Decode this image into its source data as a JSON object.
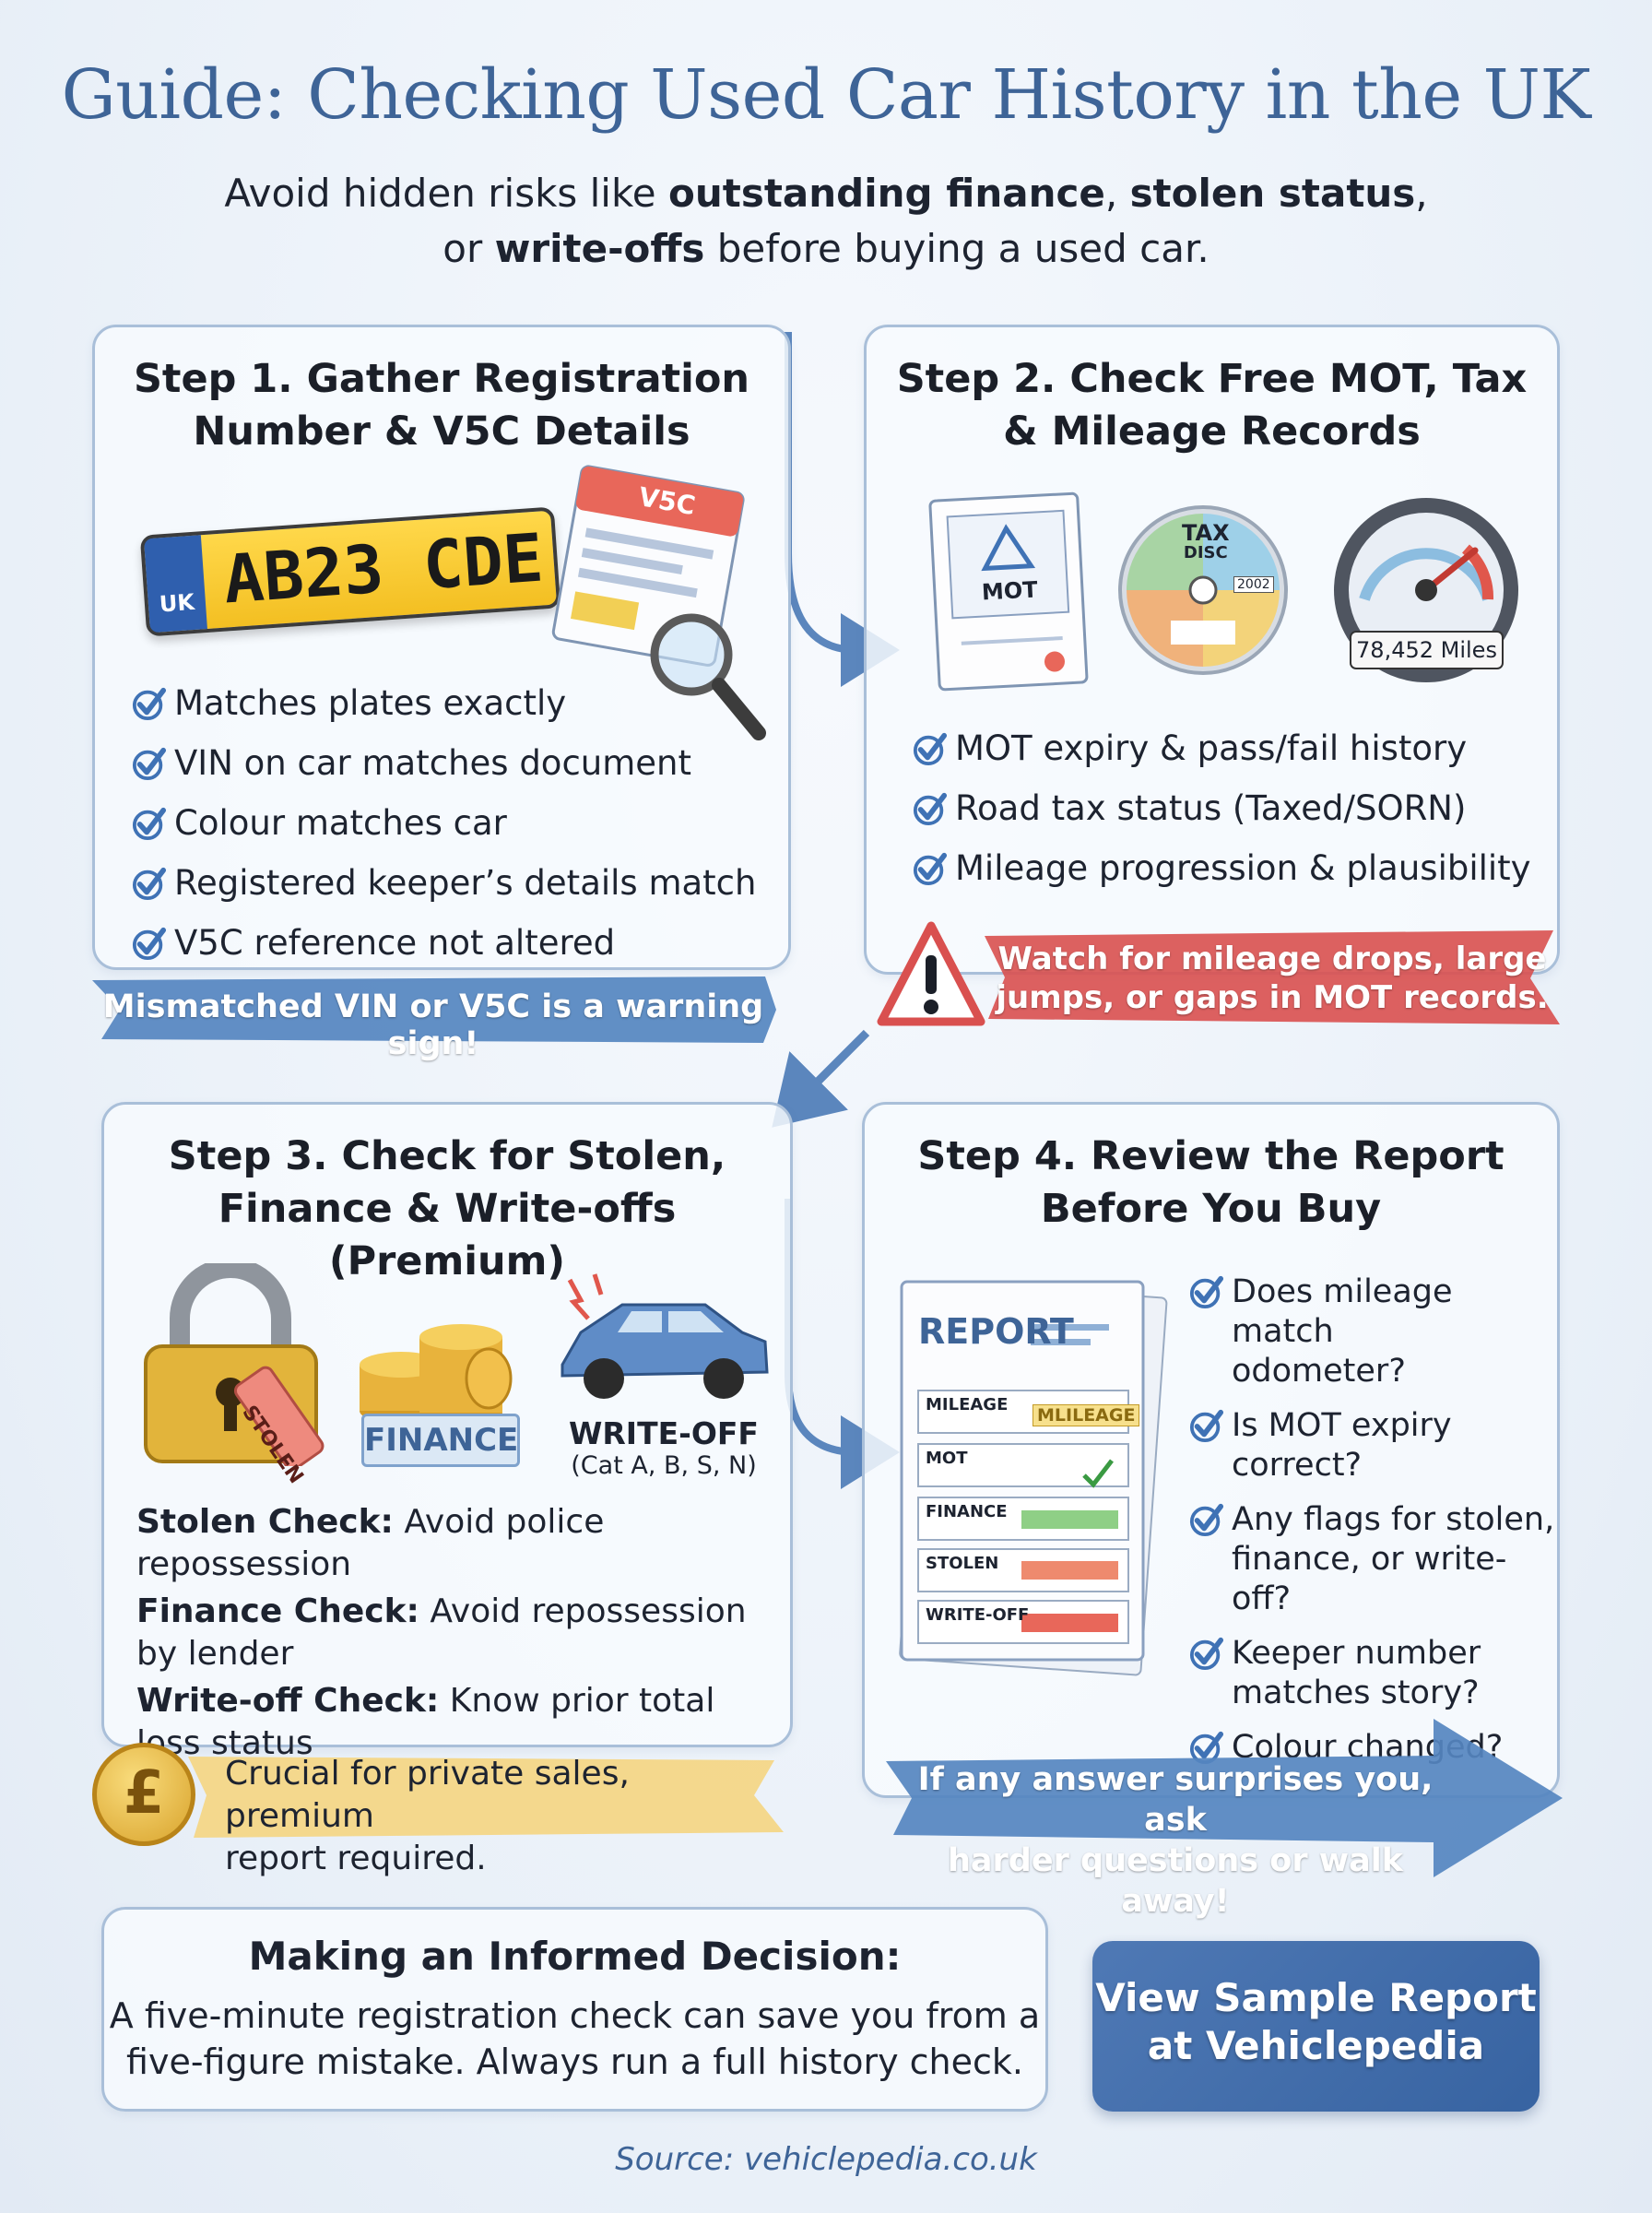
{
  "header": {
    "title": "Guide: Checking Used Car History in the UK",
    "subtitle_line1_start": "Avoid hidden risks like ",
    "subtitle_bold1": "outstanding finance",
    "subtitle_mid1": ", ",
    "subtitle_bold2": "stolen status",
    "subtitle_end1": ",",
    "subtitle_line2_start": "or ",
    "subtitle_bold3": "write-offs",
    "subtitle_end2": " before buying a used car."
  },
  "step1": {
    "title_line1": "Step 1. Gather Registration",
    "title_line2": "Number & V5C Details",
    "plate_text": "AB23 CDE",
    "plate_country": "UK",
    "doc_label": "V5C",
    "checks": [
      "Matches plates exactly",
      "VIN on car matches document",
      "Colour matches car",
      "Registered keeper’s details match",
      "V5C reference not altered"
    ],
    "banner": "Mismatched VIN or V5C is a warning sign!"
  },
  "step2": {
    "title_line1": "Step 2. Check Free MOT, Tax",
    "title_line2": "& Mileage Records",
    "mot_label": "MOT",
    "tax_label_1": "TAX",
    "tax_label_2": "DISC",
    "tax_year": "2002",
    "odometer": "78,452 Miles",
    "checks": [
      "MOT expiry & pass/fail history",
      "Road tax status (Taxed/SORN)",
      "Mileage progression & plausibility"
    ],
    "warning_line1": "Watch for mileage drops, large",
    "warning_line2": "jumps, or gaps in MOT records."
  },
  "step3": {
    "title_line1": "Step 3. Check for Stolen,",
    "title_line2": "Finance & Write-offs (Premium)",
    "stolen_tag": "STOLEN",
    "finance_label": "FINANCE",
    "writeoff_label": "WRITE-OFF",
    "writeoff_sub": "(Cat A, B, S, N)",
    "items": [
      {
        "bold": "Stolen Check:",
        "text": " Avoid police repossession"
      },
      {
        "bold": "Finance Check:",
        "text": " Avoid repossession by lender"
      },
      {
        "bold": "Write-off Check:",
        "text": " Know prior total loss status"
      }
    ],
    "pound_symbol": "£",
    "note_line1": "Crucial for private sales, premium",
    "note_line2": "report required."
  },
  "step4": {
    "title_line1": "Step 4. Review the Report",
    "title_line2": "Before You Buy",
    "report": {
      "heading": "REPORT",
      "rows": [
        "MILEAGE",
        "MOT",
        "FINANCE",
        "STOLEN",
        "WRITE-OFF"
      ],
      "mileage_tag": "MLILEAGE"
    },
    "checks": [
      [
        "Does mileage match",
        "odometer?"
      ],
      [
        "Is MOT expiry",
        "correct?"
      ],
      [
        "Any flags for stolen,",
        "finance, or write-off?"
      ],
      [
        "Keeper number",
        "matches story?"
      ],
      [
        "Colour changed?"
      ]
    ],
    "arrow_line1": "If any answer surprises you, ask",
    "arrow_line2": "harder questions or walk away!"
  },
  "footer": {
    "decision_title": "Making an Informed Decision:",
    "decision_line1": "A five-minute registration check can save you from a",
    "decision_line2": "five-figure mistake. Always run a full history check.",
    "cta_line1": "View Sample Report",
    "cta_line2": "at Vehiclepedia",
    "source": "Source: vehiclepedia.co.uk"
  },
  "colors": {
    "title_blue": "#3e6497",
    "check_blue": "#3f72b5",
    "banner_blue": "#4a78b4",
    "warning_red": "#d9504f",
    "note_yellow": "#f6d47a",
    "plate_yellow": "#f3bf22"
  }
}
